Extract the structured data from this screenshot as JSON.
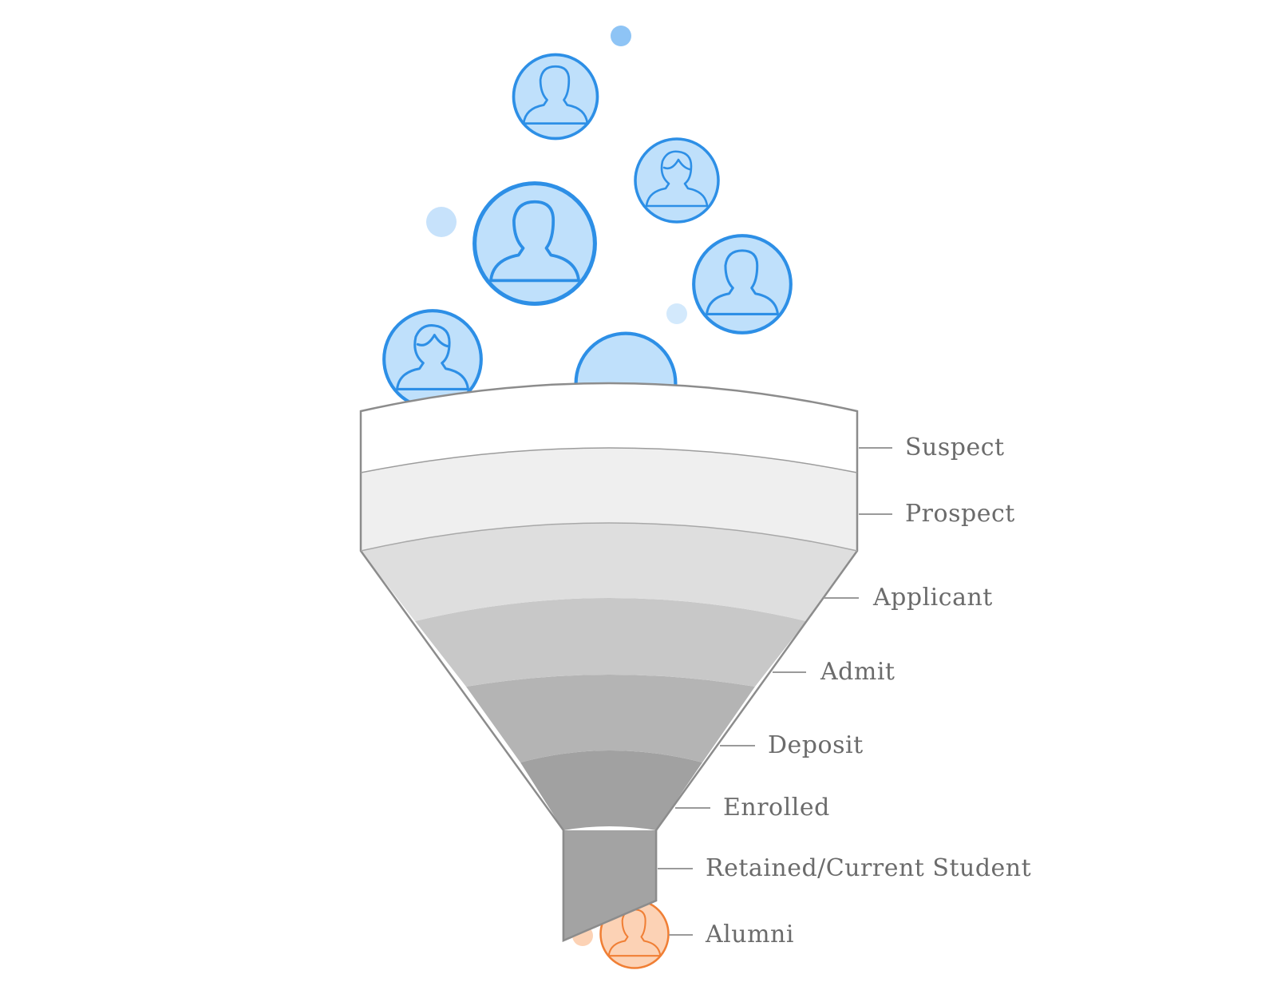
{
  "funnel": {
    "stages": [
      {
        "label": "Suspect"
      },
      {
        "label": "Prospect"
      },
      {
        "label": "Applicant"
      },
      {
        "label": "Admit"
      },
      {
        "label": "Deposit"
      },
      {
        "label": "Enrolled"
      },
      {
        "label": "Retained/Current Student"
      },
      {
        "label": "Alumni"
      }
    ]
  },
  "colors": {
    "person_fill": "#bfe0fb",
    "person_stroke": "#2d8fe6",
    "alumni_fill": "#fcd2b5",
    "alumni_stroke": "#f07f35",
    "label_text": "#6b6b6b"
  },
  "icons": [
    "person-icon",
    "alumni-person-icon"
  ]
}
